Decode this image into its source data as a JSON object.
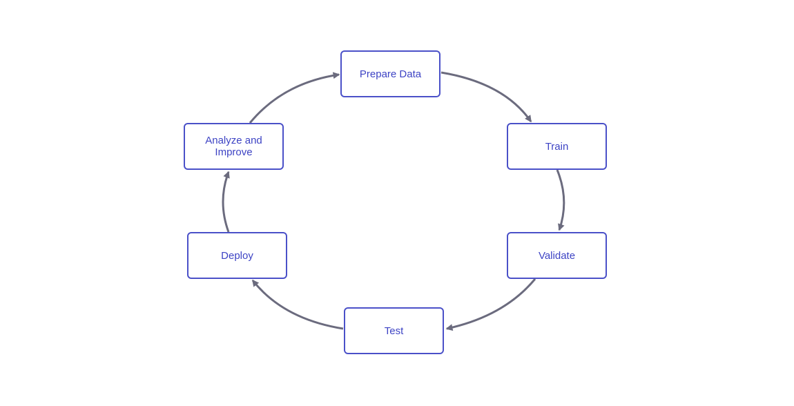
{
  "diagram": {
    "type": "cycle",
    "colors": {
      "node_border": "#4a50c8",
      "node_text": "#3d43c4",
      "arrow": "#6b6b7e",
      "background": "#ffffff"
    },
    "nodes": [
      {
        "id": "prepare",
        "label": "Prepare Data"
      },
      {
        "id": "train",
        "label": "Train"
      },
      {
        "id": "validate",
        "label": "Validate"
      },
      {
        "id": "test",
        "label": "Test"
      },
      {
        "id": "deploy",
        "label": "Deploy"
      },
      {
        "id": "analyze",
        "label": "Analyze and\nImprove"
      }
    ],
    "edges": [
      {
        "from": "prepare",
        "to": "train"
      },
      {
        "from": "train",
        "to": "validate"
      },
      {
        "from": "validate",
        "to": "test"
      },
      {
        "from": "test",
        "to": "deploy"
      },
      {
        "from": "deploy",
        "to": "analyze"
      },
      {
        "from": "analyze",
        "to": "prepare"
      }
    ]
  }
}
